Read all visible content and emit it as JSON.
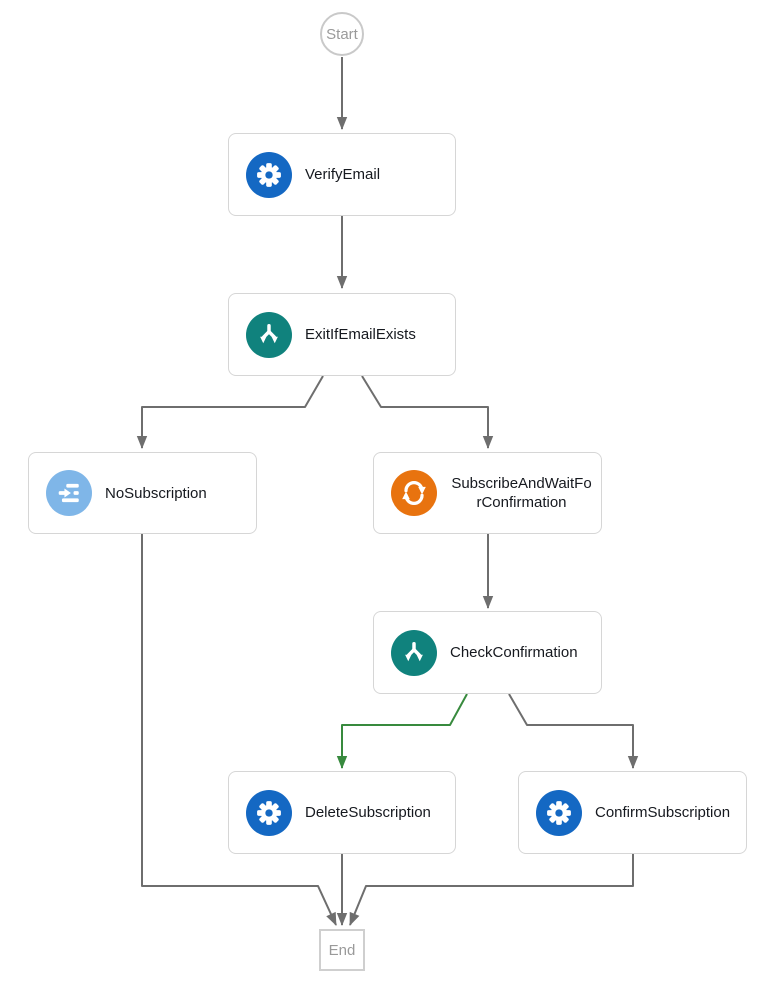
{
  "diagram": {
    "start": {
      "label": "Start"
    },
    "end": {
      "label": "End"
    },
    "nodes": [
      {
        "label": "VerifyEmail",
        "type": "task",
        "icon": "gear-icon",
        "icon_color": "#1468c3"
      },
      {
        "label": "ExitIfEmailExists",
        "type": "choice",
        "icon": "branch-icon",
        "icon_color": "#10827d"
      },
      {
        "label": "NoSubscription",
        "type": "pass",
        "icon": "pass-icon",
        "icon_color": "#7fb6e8"
      },
      {
        "label": "SubscribeAndWaitForConfirmation",
        "type": "wait",
        "icon": "sync-icon",
        "icon_color": "#e8730f"
      },
      {
        "label": "CheckConfirmation",
        "type": "choice",
        "icon": "branch-icon",
        "icon_color": "#10827d"
      },
      {
        "label": "DeleteSubscription",
        "type": "task",
        "icon": "gear-icon",
        "icon_color": "#1468c3"
      },
      {
        "label": "ConfirmSubscription",
        "type": "task",
        "icon": "gear-icon",
        "icon_color": "#1468c3"
      }
    ],
    "edges": [
      {
        "from": "Start",
        "to": "VerifyEmail",
        "color": "gray"
      },
      {
        "from": "VerifyEmail",
        "to": "ExitIfEmailExists",
        "color": "gray"
      },
      {
        "from": "ExitIfEmailExists",
        "to": "NoSubscription",
        "color": "gray"
      },
      {
        "from": "ExitIfEmailExists",
        "to": "SubscribeAndWaitForConfirmation",
        "color": "gray"
      },
      {
        "from": "SubscribeAndWaitForConfirmation",
        "to": "CheckConfirmation",
        "color": "gray"
      },
      {
        "from": "CheckConfirmation",
        "to": "DeleteSubscription",
        "color": "green"
      },
      {
        "from": "CheckConfirmation",
        "to": "ConfirmSubscription",
        "color": "gray"
      },
      {
        "from": "NoSubscription",
        "to": "End",
        "color": "gray"
      },
      {
        "from": "DeleteSubscription",
        "to": "End",
        "color": "gray"
      },
      {
        "from": "ConfirmSubscription",
        "to": "End",
        "color": "gray"
      }
    ],
    "colors": {
      "edge": "#6e6e6e",
      "edge_success": "#388a3e",
      "task": "#1468c3",
      "choice": "#10827d",
      "pass": "#7fb6e8",
      "wait": "#e8730f",
      "node_border": "#d6d6d6",
      "terminal_border": "#c9c9c9",
      "terminal_text": "#9a9a9a",
      "label_text": "#16191f",
      "background": "#ffffff"
    }
  }
}
